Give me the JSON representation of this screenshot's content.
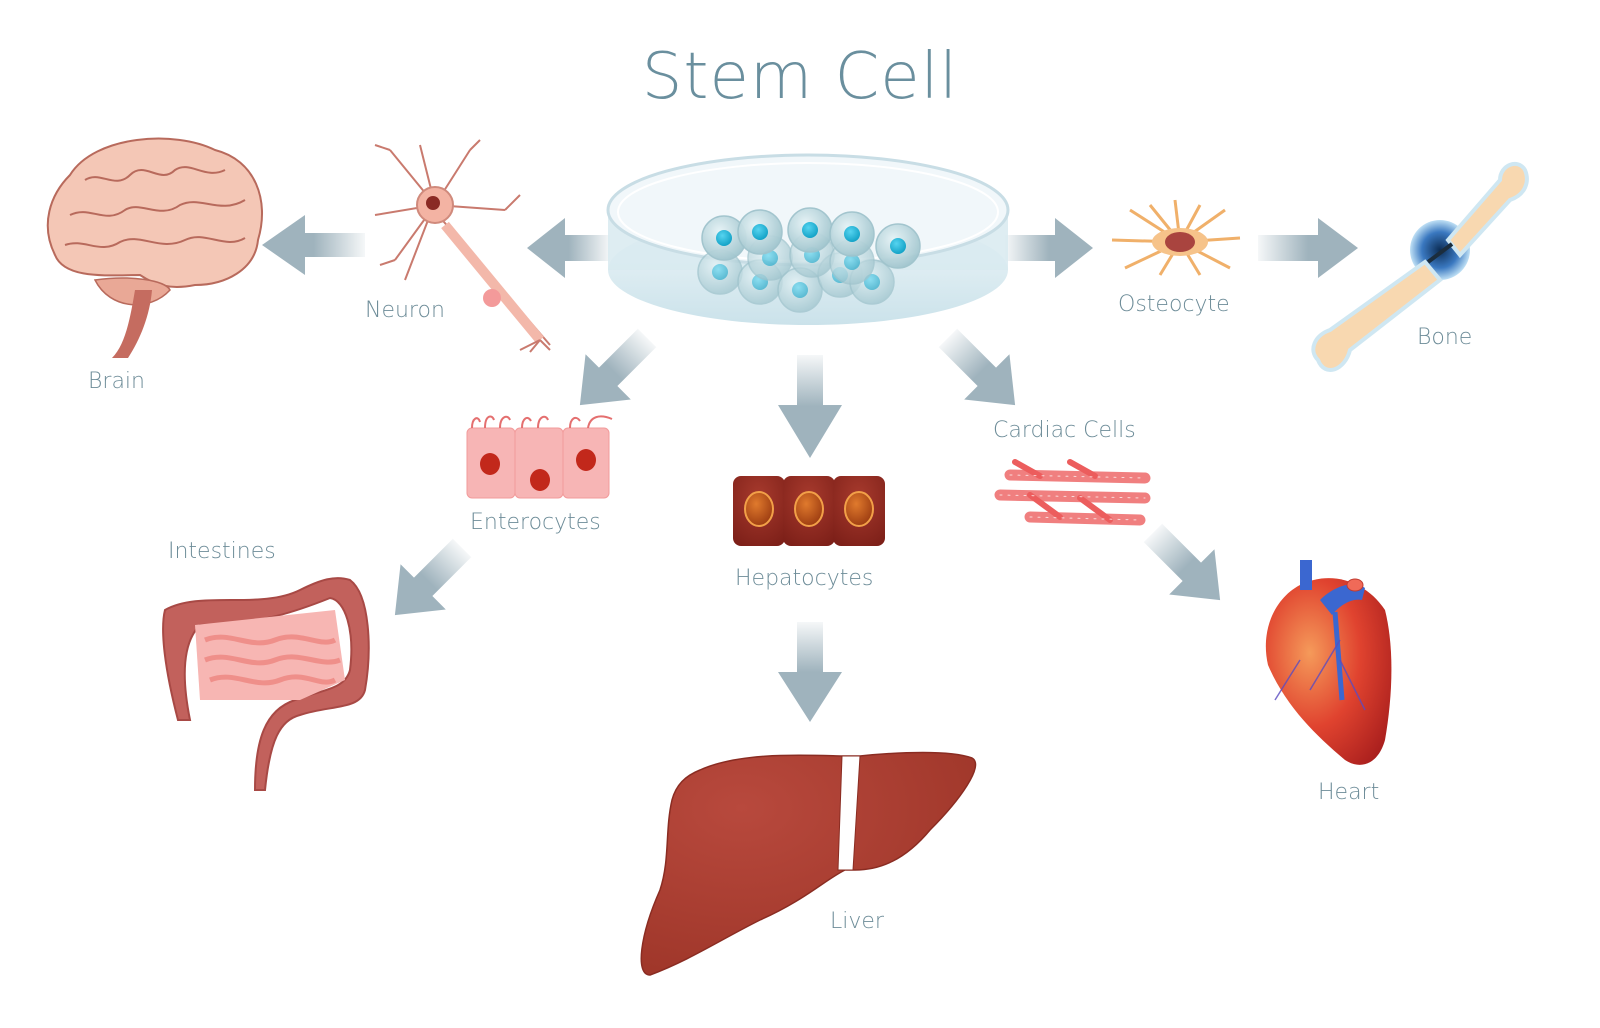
{
  "title": "Stem Cell",
  "colors": {
    "title": "#6a8f9e",
    "label": "#6d8c98",
    "arrow": "#9fb3bd",
    "dish": "#cfe6ee",
    "cell_nucleus": "#1fb6d9",
    "organ_red": "#a83c2f",
    "brain_pink": "#f4c4b3",
    "heart_red": "#e8473a",
    "heart_blue": "#3b67d0",
    "bone": "#f7d9b5"
  },
  "source": {
    "name": "stem-cell-dish",
    "label": "Stem Cell"
  },
  "pathways": [
    {
      "cell": "Neuron",
      "organ": "Brain"
    },
    {
      "cell": "Osteocyte",
      "organ": "Bone"
    },
    {
      "cell": "Enterocytes",
      "organ": "Intestines"
    },
    {
      "cell": "Hepatocytes",
      "organ": "Liver"
    },
    {
      "cell": "Cardiac Cells",
      "organ": "Heart"
    }
  ],
  "labels": {
    "neuron": "Neuron",
    "brain": "Brain",
    "osteocyte": "Osteocyte",
    "bone": "Bone",
    "enterocytes": "Enterocytes",
    "intestines": "Intestines",
    "hepatocytes": "Hepatocytes",
    "liver": "Liver",
    "cardiac": "Cardiac Cells",
    "heart": "Heart"
  }
}
